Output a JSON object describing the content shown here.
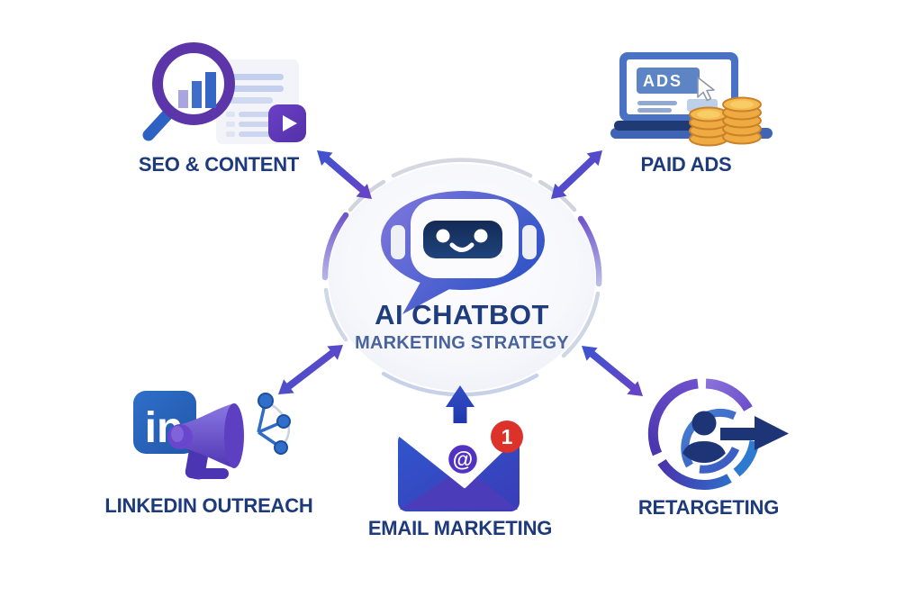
{
  "center": {
    "title": "AI CHATBOT",
    "subtitle": "MARKETING STRATEGY",
    "icon": "chatbot-robot-in-speech-bubble"
  },
  "nodes": [
    {
      "id": "seo-content",
      "position": "top-left",
      "label": "SEO & CONTENT",
      "icon": "magnifier-bar-chart-document-play"
    },
    {
      "id": "paid-ads",
      "position": "top-right",
      "label": "PAID ADS",
      "icon": "laptop-ads-coins",
      "screen_text": "ADS"
    },
    {
      "id": "linkedin-outreach",
      "position": "bottom-left",
      "label": "LINKEDIN OUTREACH",
      "icon": "linkedin-megaphone-network",
      "logo_text": "in"
    },
    {
      "id": "email-marketing",
      "position": "bottom-center",
      "label": "EMAIL MARKETING",
      "icon": "envelope-at-notification",
      "at_text": "@",
      "badge_text": "1"
    },
    {
      "id": "retargeting",
      "position": "bottom-right",
      "label": "RETARGETING",
      "icon": "target-person-arrow"
    }
  ],
  "connectors": {
    "double_arrows": [
      "top-left",
      "top-right",
      "bottom-left",
      "bottom-right"
    ],
    "single_arrow_up": "email-to-center"
  },
  "colors": {
    "background": "#ffffff",
    "label_navy": "#1c3a7c",
    "title_navy": "#1e3c7e",
    "subtitle_blue": "#48639e",
    "arrow_blue": "#3c55ce",
    "arrow_purple": "#6a42c6",
    "bubble_purple": "#7d76dc",
    "bubble_blue": "#2c52c6",
    "robot_face_navy": "#152b55",
    "ring_gray": "#d6d7e0",
    "ring_light_blue": "#c7d2e8",
    "ring_purple": "#6f55cb",
    "icon_purple": "#5c35a9",
    "icon_blue": "#2e6cc6",
    "coin_gold": "#efaa41",
    "badge_red": "#dd3229",
    "email_arrow_blue": "#2c49c0"
  }
}
